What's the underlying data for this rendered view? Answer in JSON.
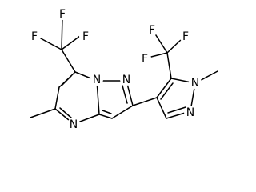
{
  "molecule": {
    "atom_labels": {
      "f1": "F",
      "f2": "F",
      "f3": "F",
      "f4": "F",
      "f5": "F",
      "f6": "F",
      "n_bridge": "N",
      "n_pyrazole": "N",
      "n_pyrimidine": "N",
      "n_methyl": "N",
      "n_ring2": "N"
    },
    "colors": {
      "bond": "#000000",
      "label": "#000000",
      "background": "#ffffff"
    }
  }
}
